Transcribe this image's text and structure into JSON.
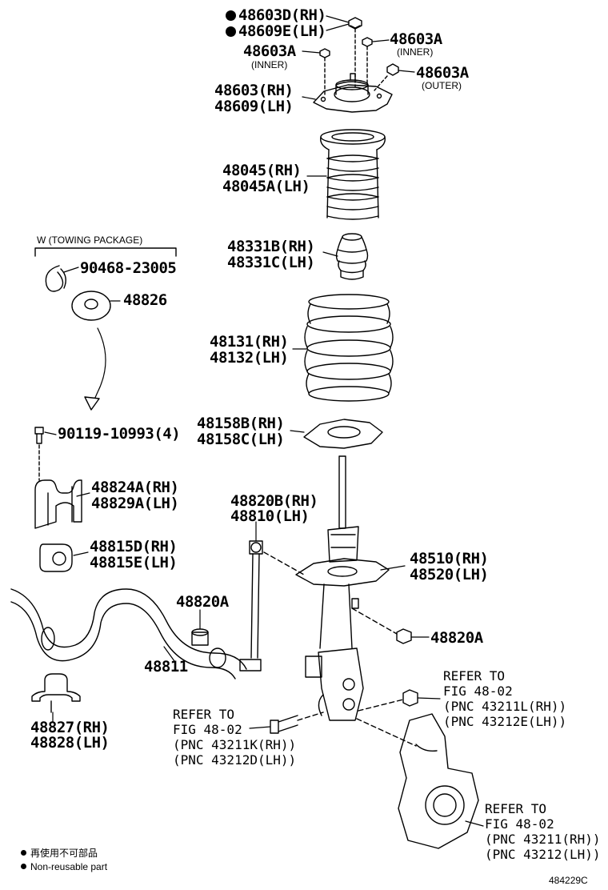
{
  "labels": {
    "l48603D": "48603D(RH)",
    "l48609E": "48609E(LH)",
    "l48603A_inner_left": "48603A",
    "inner_left": "(INNER)",
    "l48603A_inner_right": "48603A",
    "inner_right": "(INNER)",
    "l48603A_outer": "48603A",
    "outer": "(OUTER)",
    "l48603": "48603(RH)",
    "l48609": "48609(LH)",
    "l48045": "48045(RH)",
    "l48045A": "48045A(LH)",
    "towing": "W (TOWING PACKAGE)",
    "l90468": "90468-23005",
    "l48826": "48826",
    "l48331B": "48331B(RH)",
    "l48331C": "48331C(LH)",
    "l48131": "48131(RH)",
    "l48132": "48132(LH)",
    "l90119": "90119-10993(4)",
    "l48158B": "48158B(RH)",
    "l48158C": "48158C(LH)",
    "l48824A": "48824A(RH)",
    "l48829A": "48829A(LH)",
    "l48820B": "48820B(RH)",
    "l48810": "48810(LH)",
    "l48815D": "48815D(RH)",
    "l48815E": "48815E(LH)",
    "l48510": "48510(RH)",
    "l48520": "48520(LH)",
    "l48820A_left": "48820A",
    "l48811": "48811",
    "l48820A_right": "48820A",
    "l48827": "48827(RH)",
    "l48828": "48828(LH)"
  },
  "refs": {
    "ref1": {
      "line1": "REFER TO",
      "line2": "FIG 48-02",
      "line3": "(PNC 43211L(RH))",
      "line4": "(PNC 43212E(LH))"
    },
    "ref2": {
      "line1": "REFER TO",
      "line2": "FIG 48-02",
      "line3": "(PNC 43211K(RH))",
      "line4": "(PNC 43212D(LH))"
    },
    "ref3": {
      "line1": "REFER TO",
      "line2": "FIG 48-02",
      "line3": "(PNC 43211(RH))",
      "line4": "(PNC 43212(LH))"
    }
  },
  "legend": {
    "line_cn": "再使用不可部品",
    "line_en": "Non-reusable part"
  },
  "figure_id": "484229C"
}
